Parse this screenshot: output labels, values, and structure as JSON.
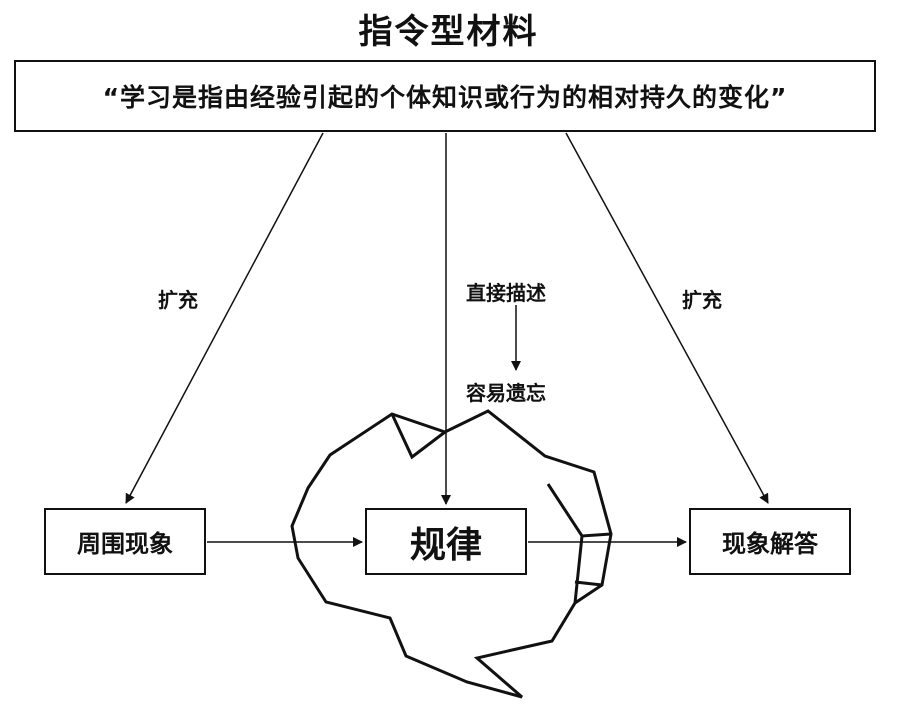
{
  "title": "指令型材料",
  "definition": "“学习是指由经验引起的个体知识或行为的相对持久的变化”",
  "nodes": {
    "left": "周围现象",
    "center": "规律",
    "right": "现象解答"
  },
  "edge_labels": {
    "left_expand": "扩充",
    "right_expand": "扩充",
    "direct": "直接描述",
    "forget": "容易遗忘"
  }
}
